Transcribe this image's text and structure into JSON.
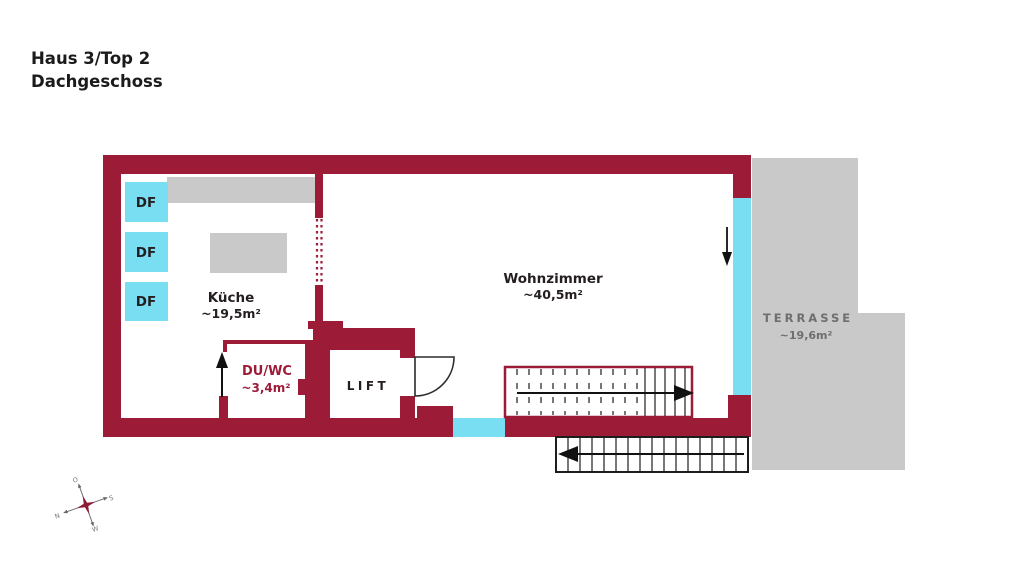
{
  "title": {
    "line1": "Haus 3/Top 2",
    "line2": "Dachgeschoss"
  },
  "plan": {
    "rooms": {
      "kueche": {
        "name": "Küche",
        "area": "~19,5m²"
      },
      "wohnzimmer": {
        "name": "Wohnzimmer",
        "area": "~40,5m²"
      },
      "du_wc": {
        "name": "DU/WC",
        "area": "~3,4m²"
      },
      "lift": {
        "name": "LIFT"
      },
      "terrasse": {
        "name": "TERRASSE",
        "area": "~19,6m²"
      }
    },
    "skylights": {
      "label": "DF",
      "count": 3
    },
    "compass": {
      "north": "N",
      "east": "O",
      "south": "S",
      "west": "W"
    }
  },
  "colors": {
    "wall": "#9C1C38",
    "glass": "#7ADEF2",
    "slab_gray": "#C9C9C9",
    "label_dark": "#241E20",
    "label_red": "#9C1C38",
    "terrace_label": "#6E6E6E"
  }
}
